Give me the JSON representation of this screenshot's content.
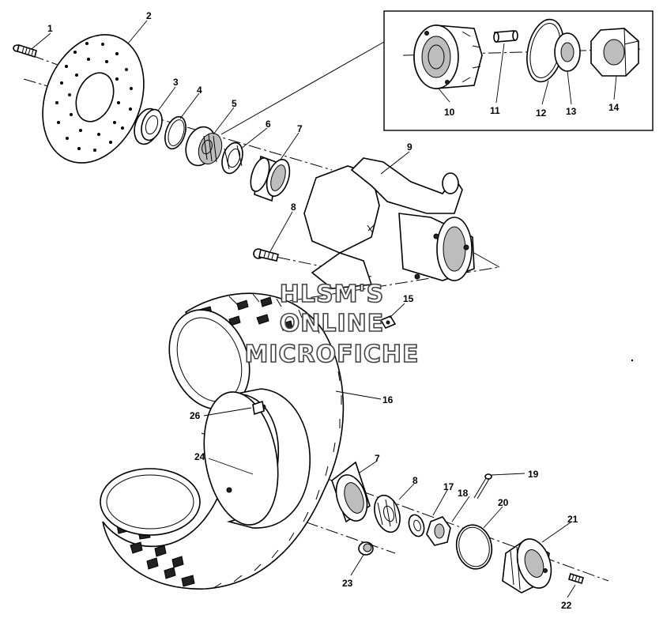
{
  "watermark": {
    "line1": "HLSM'S",
    "line2": "ONLINE",
    "line3": "MICROFICHE"
  },
  "callouts": {
    "c1": "1",
    "c2": "2",
    "c3": "3",
    "c4": "4",
    "c5": "5",
    "c6": "6",
    "c7a": "7",
    "c8a": "8",
    "c9": "9",
    "c10": "10",
    "c11": "11",
    "c12": "12",
    "c13": "13",
    "c14": "14",
    "c15": "15",
    "c16": "16",
    "c7b": "7",
    "c8b": "8",
    "c17": "17",
    "c18": "18",
    "c19": "19",
    "c20": "20",
    "c21": "21",
    "c22": "22",
    "c23": "23",
    "c24": "24",
    "c26": "26"
  }
}
